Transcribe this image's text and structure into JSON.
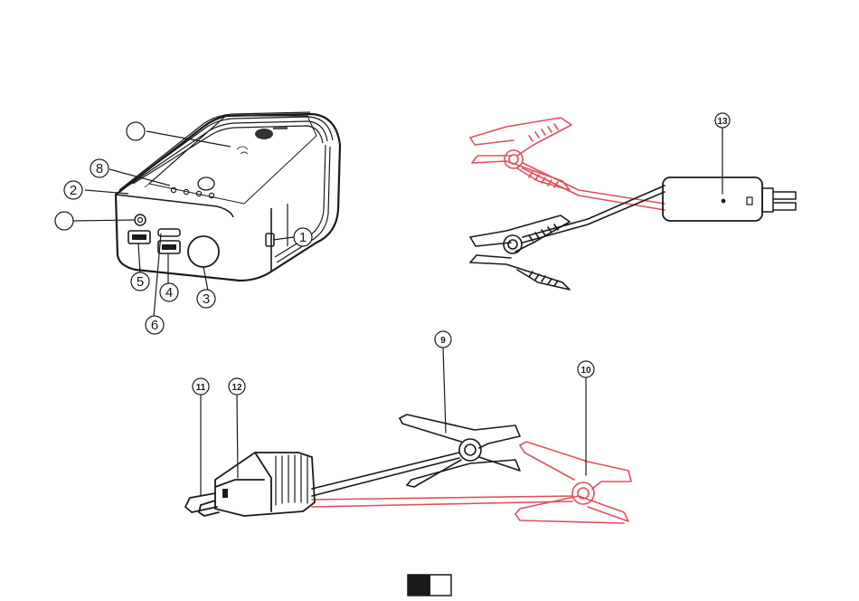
{
  "callouts": {
    "c1": "1",
    "c2": "2",
    "c3": "3",
    "c4": "4",
    "c5": "5",
    "c6": "6",
    "c7": "",
    "c8": "8",
    "c9": "9",
    "c10": "10",
    "c11": "11",
    "c12": "12",
    "c13": "13",
    "c14": ""
  },
  "colors": {
    "line": "#1a1a1a",
    "red_clamp": "#e0505a",
    "black": "#1a1a1a"
  },
  "icons": [
    "wireless-charging-icon",
    "power-button-icon",
    "led-indicator-icon",
    "usb-port-icon",
    "jump-port-icon",
    "flashlight-icon"
  ]
}
